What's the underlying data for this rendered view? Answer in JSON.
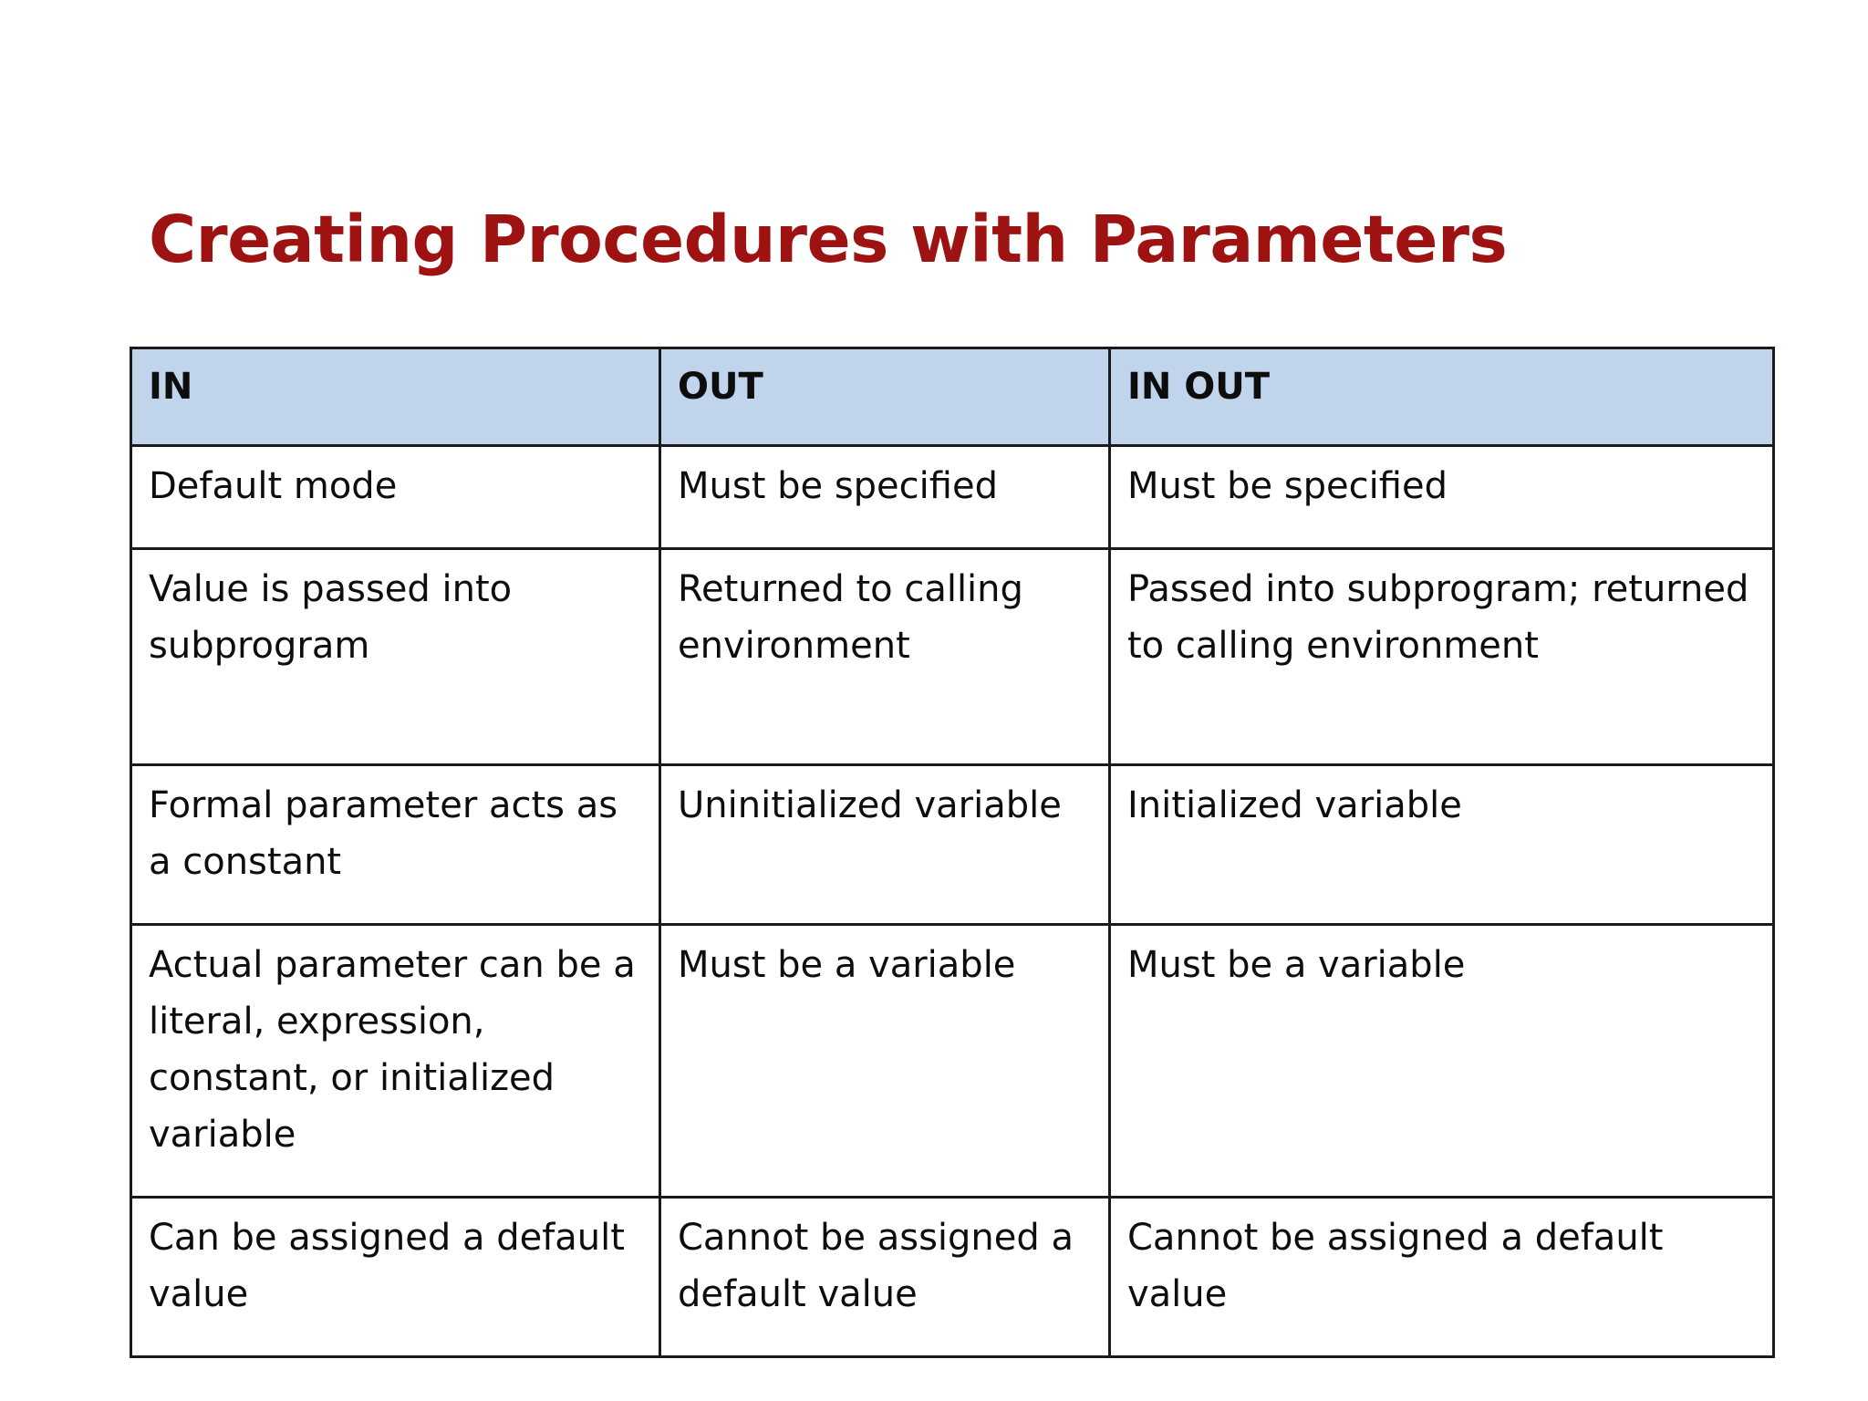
{
  "slide": {
    "title": "Creating Procedures with Parameters",
    "title_color": "#9E1212",
    "background_color": "#FFFFFF"
  },
  "table": {
    "header_background": "#C0D5EC",
    "border_color": "#1A1A1A",
    "columns": [
      "IN",
      "OUT",
      "IN OUT"
    ],
    "rows": [
      {
        "in": "Default mode",
        "out": "Must be specified",
        "in_out": "Must be specified"
      },
      {
        "in": "Value is passed into subprogram",
        "out": "Returned to calling environment",
        "in_out": "Passed into subprogram; returned to calling environment"
      },
      {
        "in": "Formal parameter acts as a constant",
        "out": "Uninitialized variable",
        "in_out": "Initialized variable"
      },
      {
        "in": "Actual parameter can be a literal, expression, constant, or initialized variable",
        "out": "Must be a variable",
        "in_out": "Must be a variable"
      },
      {
        "in": "Can be assigned a default value",
        "out": "Cannot be assigned a default value",
        "in_out": "Cannot be assigned a default value"
      }
    ]
  }
}
